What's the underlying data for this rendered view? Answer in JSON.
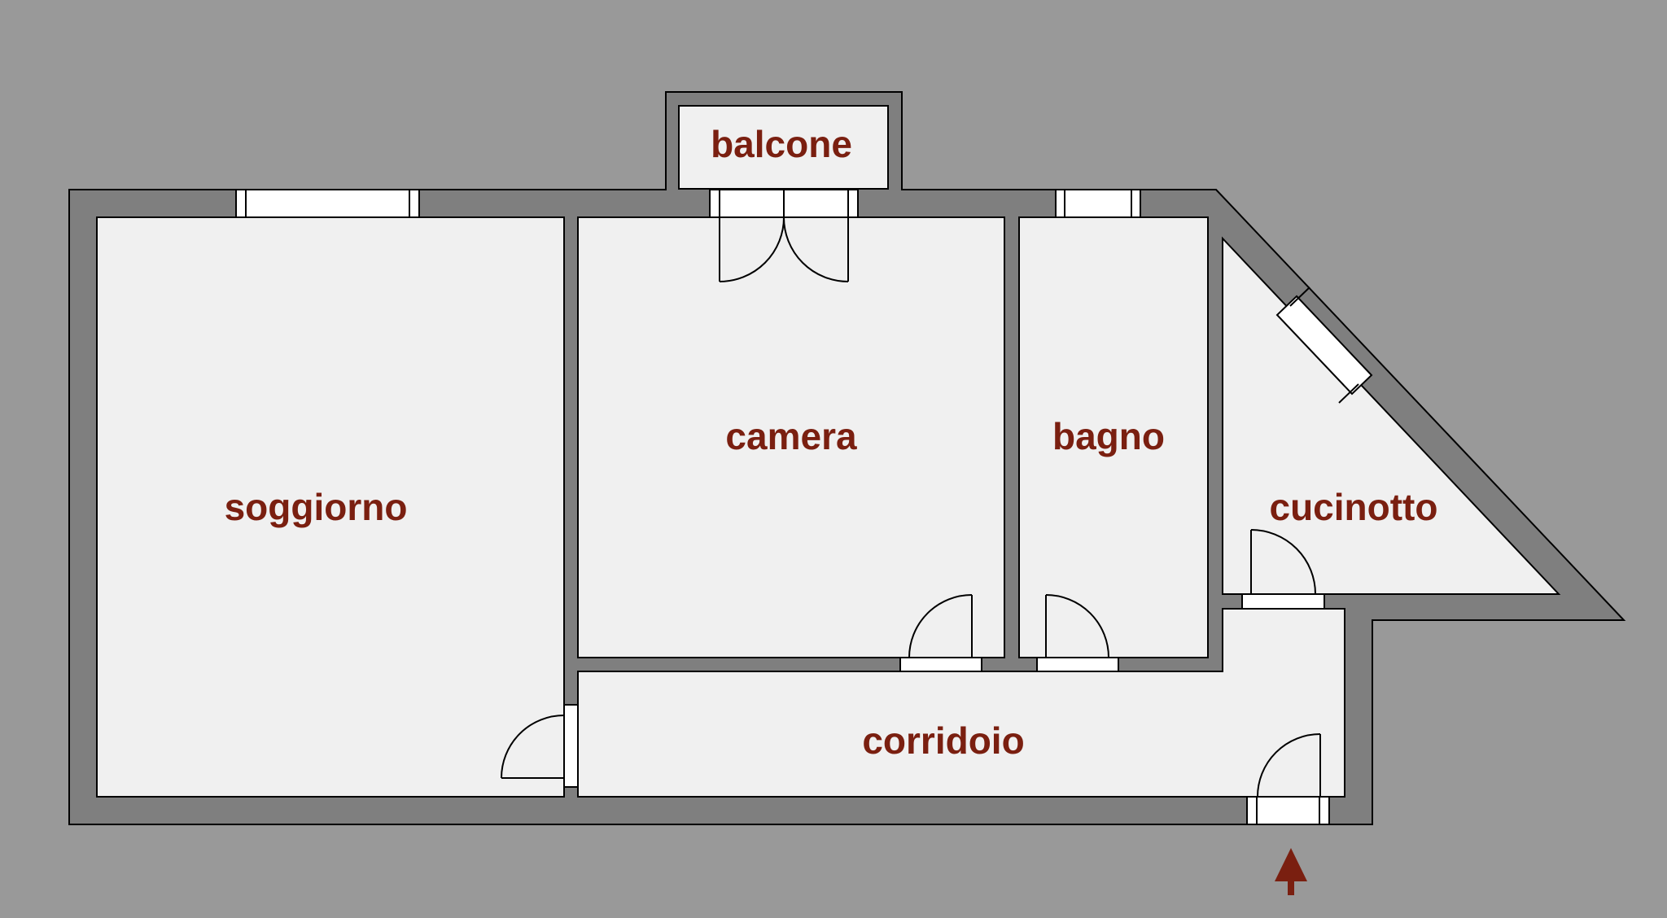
{
  "rooms": {
    "balcone": "balcone",
    "camera": "camera",
    "bagno": "bagno",
    "soggiorno": "soggiorno",
    "cucinotto": "cucinotto",
    "corridoio": "corridoio"
  },
  "entrance_marker": "arrow-up-icon",
  "colors": {
    "background": "#999999",
    "wall": "#7f7f7f",
    "floor": "#f0f0f0",
    "label": "#7a1f10",
    "outline": "#000000"
  }
}
